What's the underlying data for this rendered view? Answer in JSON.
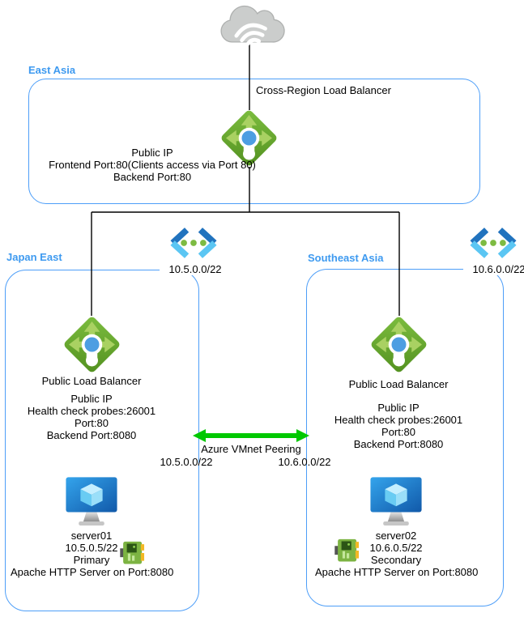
{
  "east_asia": {
    "label": "East Asia",
    "title": "Cross-Region Load Balancer",
    "details": [
      "Public IP",
      "Frontend Port:80(Clients access via Port 80)",
      "Backend Port:80"
    ]
  },
  "vnets": {
    "left_cidr": "10.5.0.0/22",
    "right_cidr": "10.6.0.0/22"
  },
  "japan_east": {
    "label": "Japan East",
    "lb_title": "Public Load Balancer",
    "lb_details": [
      "Public IP",
      "Health check probes:26001",
      "Port:80",
      "Backend Port:8080"
    ],
    "server_name": "server01",
    "server_ip": "10.5.0.5/22",
    "server_role": "Primary",
    "server_app": "Apache HTTP Server on Port:8080"
  },
  "southeast_asia": {
    "label": "Southeast Asia",
    "lb_title": "Public Load Balancer",
    "lb_details": [
      "Public IP",
      "Health check probes:26001",
      "Port:80",
      "Backend Port:8080"
    ],
    "server_name": "server02",
    "server_ip": "10.6.0.5/22",
    "server_role": "Secondary",
    "server_app": "Apache HTTP Server on Port:8080"
  },
  "peering": {
    "label": "Azure VMnet Peering",
    "left_cidr": "10.5.0.0/22",
    "right_cidr": "10.6.0.0/22"
  },
  "icons": {
    "internet": "cloud-internet-icon",
    "load_balancer": "load-balancer-icon",
    "virtual_network": "virtual-network-icon",
    "virtual_machine": "virtual-machine-icon",
    "network_interface": "network-interface-icon"
  },
  "colors": {
    "region_border": "#4D9EF8",
    "region_label_text": "#3E9AF0",
    "peering_arrow": "#00C800",
    "connector_line": "#000000",
    "lb_diamond_green": "#68A82C",
    "vnet_dark_blue": "#2173BE",
    "vnet_light_blue": "#5BC6F3",
    "vnet_dot_green": "#7DBB42"
  }
}
